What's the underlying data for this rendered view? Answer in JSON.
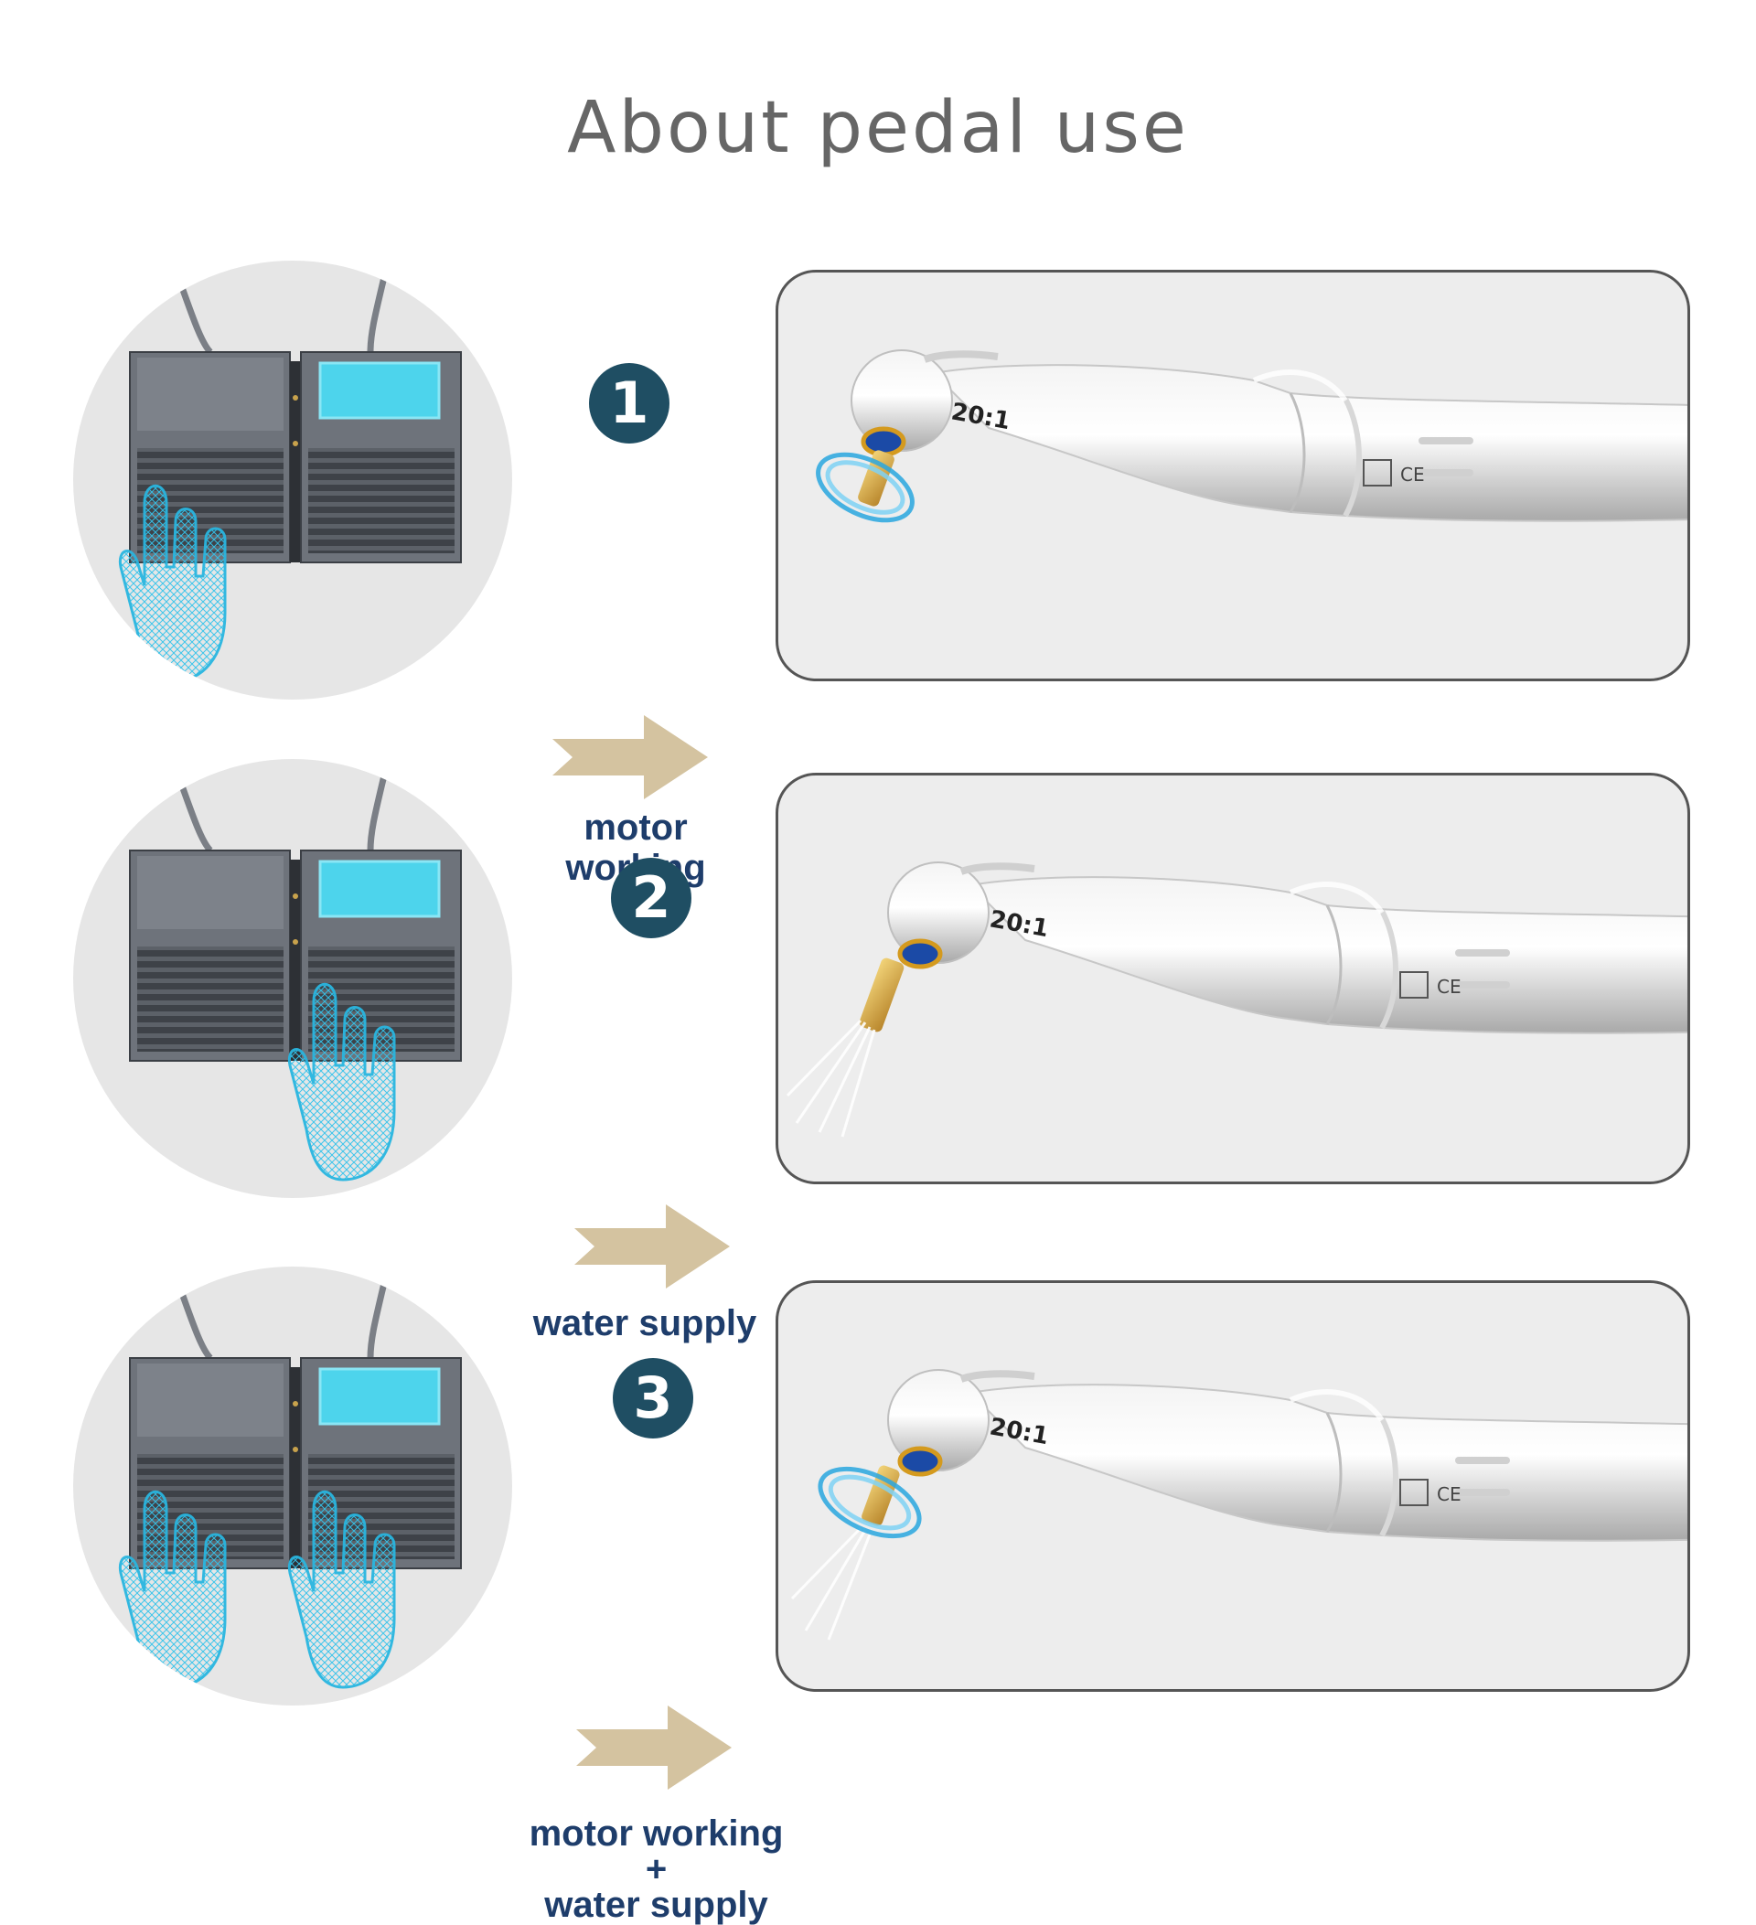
{
  "title": "About pedal use",
  "colors": {
    "step_badge": "#1f4e63",
    "arrow": "#d4c3a0",
    "label_text": "#1e3d6b",
    "pedal_screen": "#4dd4ec",
    "hand_outline": "#29b6e0"
  },
  "steps": [
    {
      "number": "1",
      "label_lines": [
        "motor working"
      ],
      "ratio_text": "20:1",
      "pressed_pedal": "left",
      "effect": "rotation"
    },
    {
      "number": "2",
      "label_lines": [
        "water supply"
      ],
      "ratio_text": "20:1",
      "pressed_pedal": "right",
      "effect": "water-spray"
    },
    {
      "number": "3",
      "label_lines": [
        "motor working",
        "+",
        "water supply"
      ],
      "ratio_text": "20:1",
      "pressed_pedal": "both",
      "effect": "rotation-and-water"
    }
  ]
}
